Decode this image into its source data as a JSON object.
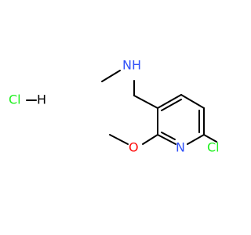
{
  "molecule": {
    "salt": "HCl",
    "labels": {
      "amine_n": "N",
      "amine_h": "H",
      "ring_n": "N",
      "methoxy_o": "O",
      "chloro": "Cl",
      "salt_cl": "Cl",
      "salt_h": "H"
    },
    "colors": {
      "bond": "#000000",
      "nitrogen": "#3050F8",
      "oxygen": "#FF0D0D",
      "chlorine": "#1FF01F"
    }
  }
}
